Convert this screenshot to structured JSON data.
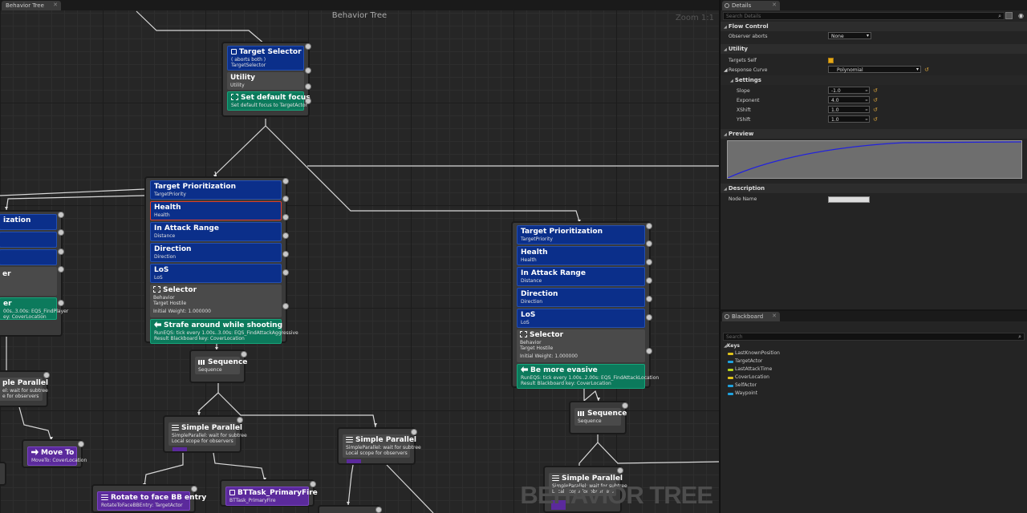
{
  "graph": {
    "tab_label": "Behavior Tree",
    "title": "Behavior Tree",
    "zoom": "Zoom 1:1",
    "watermark": "BEHAVIOR TREE"
  },
  "nodes": {
    "target_selector": {
      "title": "Target Selector",
      "aborts": "( aborts both )",
      "sub": "TargetSelector",
      "utility_title": "Utility",
      "utility_sub": "Utility",
      "focus_title": "Set default focus",
      "focus_sub": "Set default focus to TargetActor"
    },
    "prioritization_center": {
      "title": "Target Prioritization",
      "sub": "TargetPriority",
      "health": "Health",
      "health_sub": "Health",
      "attack": "In Attack Range",
      "attack_sub": "Distance",
      "direction": "Direction",
      "direction_sub": "Direction",
      "los": "LoS",
      "los_sub": "LoS",
      "selector": "Selector",
      "selector_sub1": "Behavior",
      "selector_sub2": "Target Hostile",
      "weight": "Initial Weight: 1.000000",
      "eqs_title": "Strafe around while shooting",
      "eqs_sub1": "RunEQS: tick every 1.00s..3.00s: EQS_FindAttackAggressive",
      "eqs_sub2": "Result Blackboard key: CoverLocation"
    },
    "prioritization_left": {
      "title": "ization",
      "er": "er",
      "eqs_sub1": "00s..3.00s: EQS_FindPlayer",
      "eqs_sub2": "ey: CoverLocation"
    },
    "prioritization_right": {
      "title": "Target Prioritization",
      "sub": "TargetPriority",
      "health": "Health",
      "health_sub": "Health",
      "attack": "In Attack Range",
      "attack_sub": "Distance",
      "direction": "Direction",
      "direction_sub": "Direction",
      "los": "LoS",
      "los_sub": "LoS",
      "selector": "Selector",
      "selector_sub1": "Behavior",
      "selector_sub2": "Target Hostile",
      "weight": "Initial Weight: 1.000000",
      "eqs_title": "Be more evasive",
      "eqs_sub1": "RunEQS: tick every 1.00s..2.00s: EQS_FindAttackLocation",
      "eqs_sub2": "Result Blackboard key: CoverLocation"
    },
    "sequence_center": {
      "title": "Sequence",
      "sub": "Sequence"
    },
    "sequence_right": {
      "title": "Sequence",
      "sub": "Sequence"
    },
    "parallel_left": {
      "title": "ple Parallel",
      "sub1": "el: wait for subtree",
      "sub2": "e for observers"
    },
    "parallel_a": {
      "title": "Simple Parallel",
      "sub1": "SimpleParallel: wait for subtree",
      "sub2": "Local scope for observers"
    },
    "parallel_b": {
      "title": "Simple Parallel",
      "sub1": "SimpleParallel: wait for subtree",
      "sub2": "Local scope for observers"
    },
    "parallel_c": {
      "title": "Simple Parallel",
      "sub1": "SimpleParallel: wait for subtree",
      "sub2": "Local scope for observers"
    },
    "move_to": {
      "title": "Move To",
      "sub": "MoveTo: CoverLocation"
    },
    "rotate": {
      "title": "Rotate to face BB entry",
      "sub": "RotateToFaceBBEntry: TargetActor"
    },
    "primary_fire": {
      "title": "BTTask_PrimaryFire",
      "sub": "BTTask_PrimaryFire"
    }
  },
  "details": {
    "tab_label": "Details",
    "search_placeholder": "Search Details",
    "flow_control": "Flow Control",
    "observer_aborts_label": "Observer aborts",
    "observer_aborts_value": "None",
    "utility": "Utility",
    "targets_self_label": "Targets Self",
    "targets_self_checked": true,
    "response_curve_label": "Response Curve",
    "response_curve_value": "Polynomial",
    "settings": "Settings",
    "slope_label": "Slope",
    "slope_value": "-1.0",
    "exponent_label": "Exponent",
    "exponent_value": "4.0",
    "xshift_label": "XShift",
    "xshift_value": "1.0",
    "yshift_label": "YShift",
    "yshift_value": "1.0",
    "preview": "Preview",
    "description": "Description",
    "node_name_label": "Node Name",
    "node_name_value": "",
    "reset_icon": "reset-arrow-icon",
    "curve_color": "#2222dd"
  },
  "blackboard": {
    "tab_label": "Blackboard",
    "search_placeholder": "Search",
    "keys_label": "Keys",
    "keys": [
      {
        "name": "LastKnownPosition",
        "color": "#e0c31a"
      },
      {
        "name": "TargetActor",
        "color": "#1fa3e0"
      },
      {
        "name": "LastAttackTime",
        "color": "#b6d41b"
      },
      {
        "name": "CoverLocation",
        "color": "#e0c31a"
      },
      {
        "name": "SelfActor",
        "color": "#1fa3e0"
      },
      {
        "name": "Waypoint",
        "color": "#1fa3e0"
      }
    ]
  }
}
